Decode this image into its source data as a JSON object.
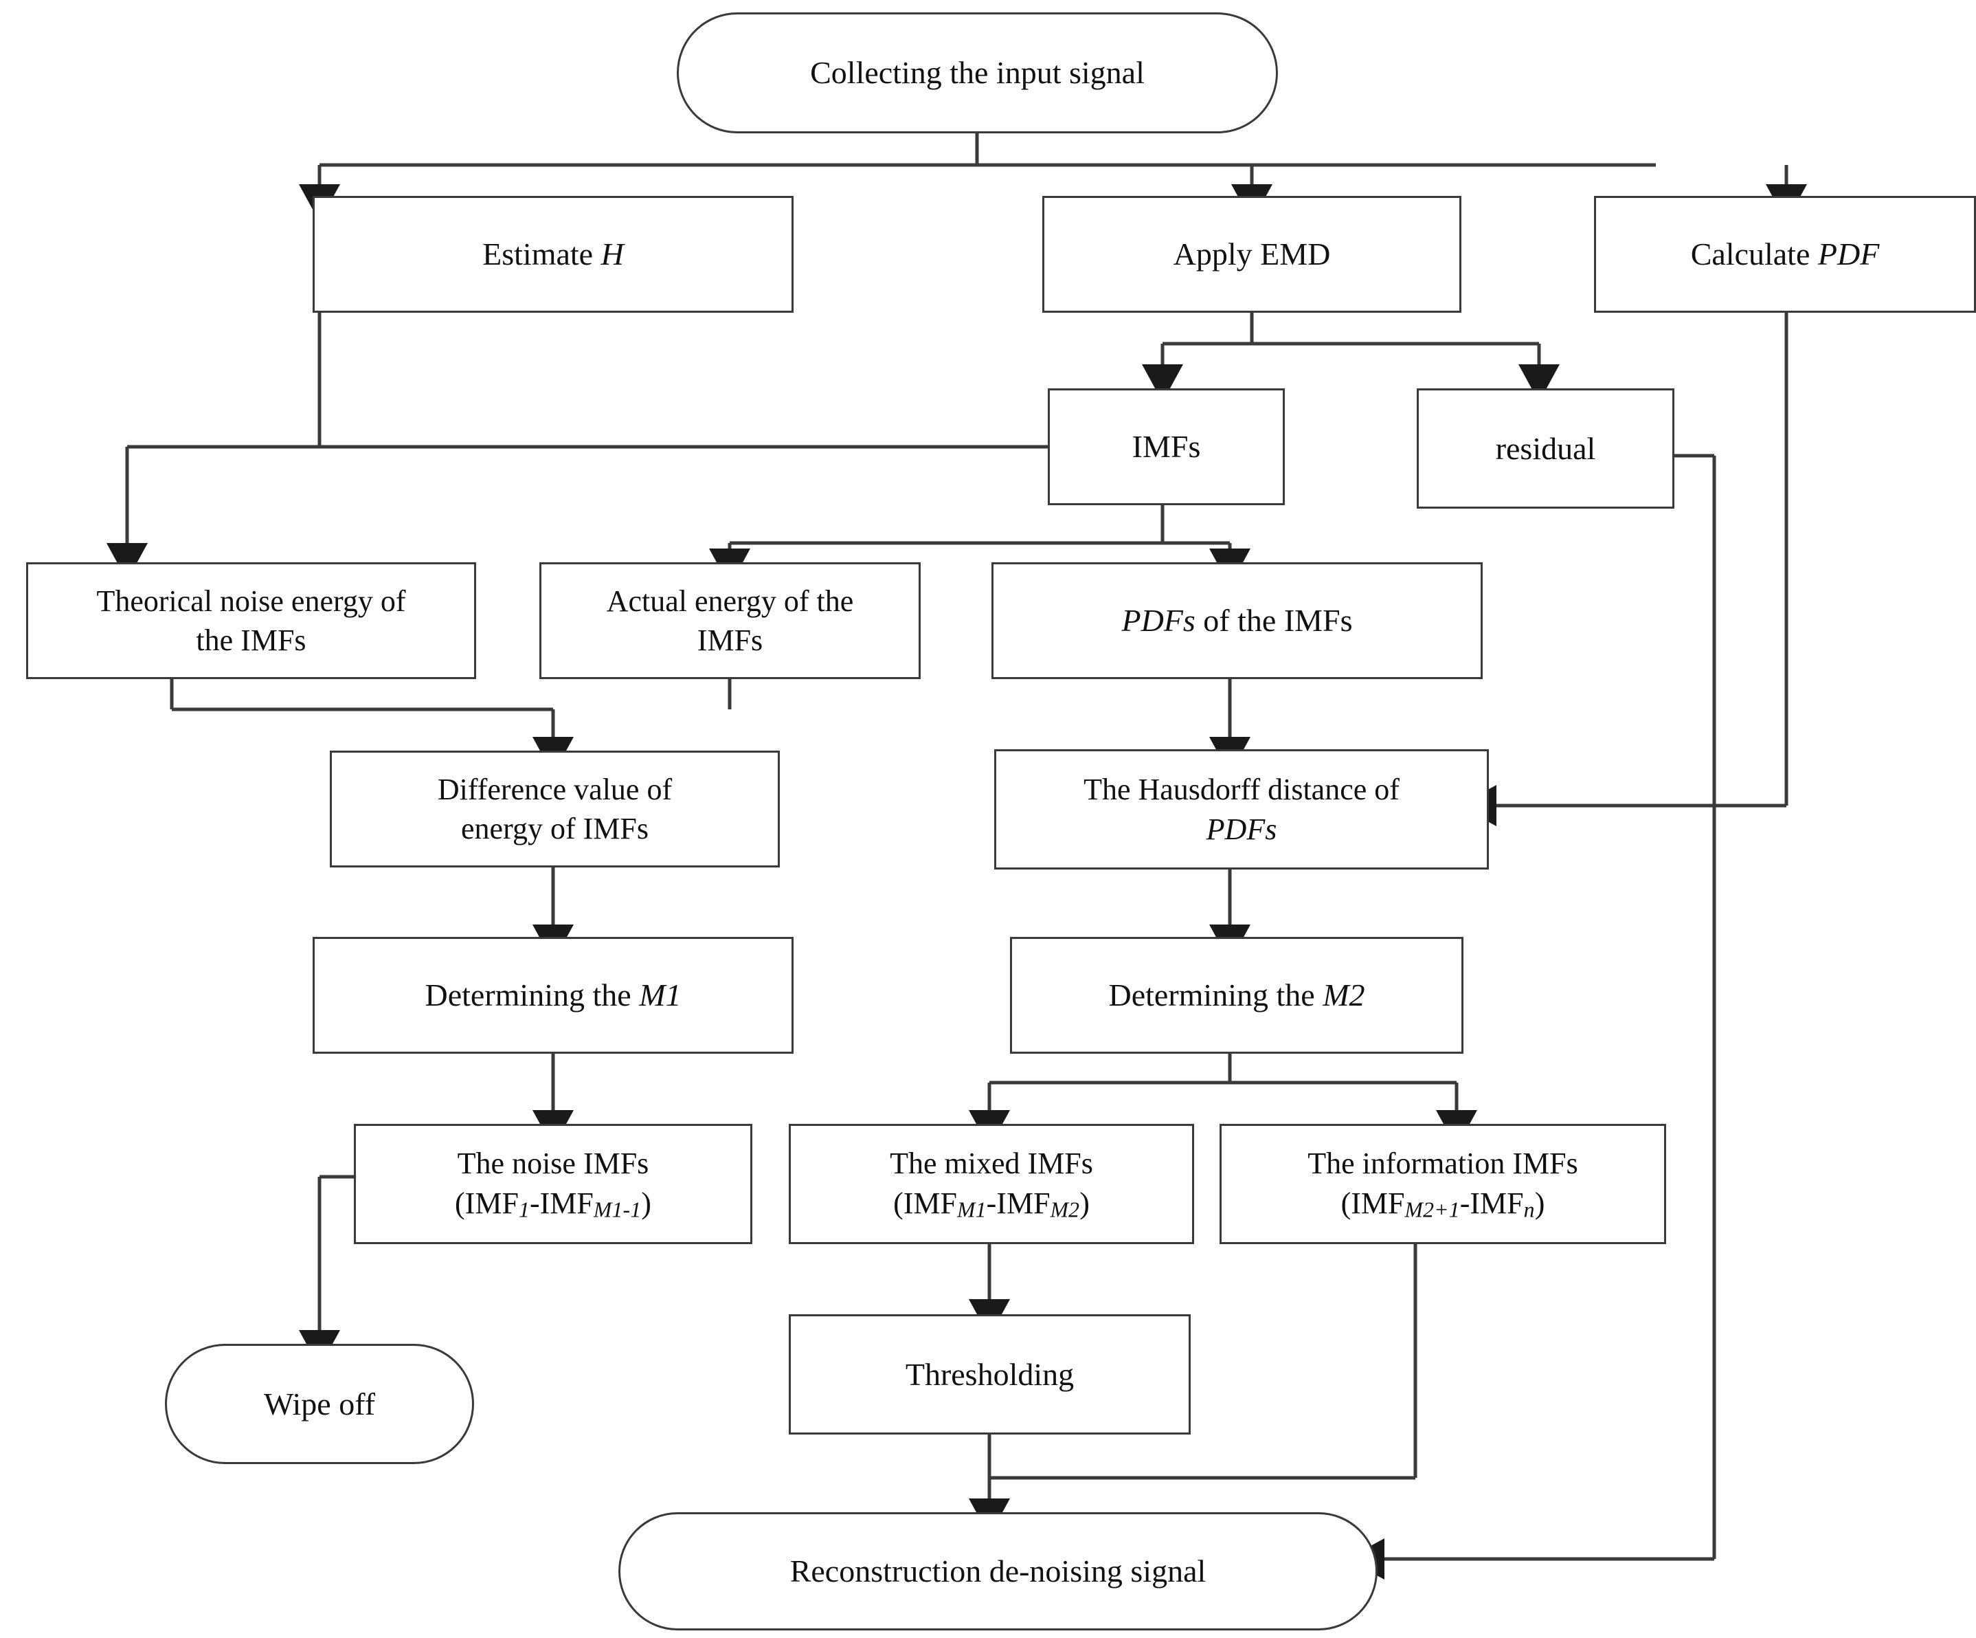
{
  "diagram": {
    "title": "EMD de-noising flowchart",
    "stroke_color": "#3a3a3a",
    "text_color": "#111111",
    "background": "#ffffff"
  },
  "nodes": {
    "collecting": {
      "label": "Collecting the input signal",
      "shape": "terminator"
    },
    "estimate_h": {
      "label_pre": "Estimate ",
      "label_italic": "H",
      "shape": "process"
    },
    "apply_emd": {
      "label": "Apply EMD",
      "shape": "process"
    },
    "calculate_pdf": {
      "label_pre": "Calculate ",
      "label_italic": "PDF",
      "shape": "process"
    },
    "imfs": {
      "label": "IMFs",
      "shape": "process"
    },
    "residual": {
      "label": "residual",
      "shape": "process"
    },
    "theorical": {
      "line1": "Theorical noise energy of",
      "line2": "the IMFs",
      "shape": "process"
    },
    "actual": {
      "line1": "Actual energy of the",
      "line2": "IMFs",
      "shape": "process"
    },
    "pdfs_imfs": {
      "label_italic": "PDFs",
      "label_post": " of the IMFs",
      "shape": "process"
    },
    "difference": {
      "line1": "Difference value of",
      "line2": "energy of IMFs",
      "shape": "process"
    },
    "hausdorff": {
      "line1": "The Hausdorff distance of",
      "line2_italic": "PDFs",
      "shape": "process"
    },
    "determine_m1": {
      "label_pre": "Determining the ",
      "label_italic": "M1",
      "shape": "process"
    },
    "determine_m2": {
      "label_pre": "Determining the ",
      "label_italic": "M2",
      "shape": "process"
    },
    "noise_imfs": {
      "line1": "The noise IMFs",
      "l2a": "(IMF",
      "l2a_sub": "1",
      "l2b": "-IMF",
      "l2b_sub": "M1-1",
      "l2c": ")",
      "shape": "process"
    },
    "mixed_imfs": {
      "line1": "The mixed IMFs",
      "l2a": "(IMF",
      "l2a_sub": "M1",
      "l2b": "-IMF",
      "l2b_sub": "M2",
      "l2c": ")",
      "shape": "process"
    },
    "info_imfs": {
      "line1": "The information IMFs",
      "l2a": "(IMF",
      "l2a_sub": "M2+1",
      "l2b": "-IMF",
      "l2b_sub": "n",
      "l2c": ")",
      "shape": "process"
    },
    "wipe_off": {
      "label": "Wipe off",
      "shape": "terminator"
    },
    "thresholding": {
      "label": "Thresholding",
      "shape": "process"
    },
    "reconstruction": {
      "label": "Reconstruction de-noising signal",
      "shape": "terminator"
    }
  },
  "edges": [
    {
      "from": "collecting",
      "to": "estimate_h"
    },
    {
      "from": "collecting",
      "to": "apply_emd"
    },
    {
      "from": "collecting",
      "to": "calculate_pdf"
    },
    {
      "from": "apply_emd",
      "to": "imfs"
    },
    {
      "from": "apply_emd",
      "to": "residual"
    },
    {
      "from": "estimate_h",
      "to": "theorical"
    },
    {
      "from": "imfs",
      "to": "theorical"
    },
    {
      "from": "imfs",
      "to": "actual"
    },
    {
      "from": "imfs",
      "to": "pdfs_imfs"
    },
    {
      "from": "theorical",
      "to": "difference"
    },
    {
      "from": "actual",
      "to": "difference"
    },
    {
      "from": "pdfs_imfs",
      "to": "hausdorff"
    },
    {
      "from": "calculate_pdf",
      "to": "hausdorff"
    },
    {
      "from": "difference",
      "to": "determine_m1"
    },
    {
      "from": "hausdorff",
      "to": "determine_m2"
    },
    {
      "from": "determine_m1",
      "to": "noise_imfs"
    },
    {
      "from": "determine_m2",
      "to": "mixed_imfs"
    },
    {
      "from": "determine_m2",
      "to": "info_imfs"
    },
    {
      "from": "noise_imfs",
      "to": "wipe_off"
    },
    {
      "from": "mixed_imfs",
      "to": "thresholding"
    },
    {
      "from": "thresholding",
      "to": "reconstruction"
    },
    {
      "from": "info_imfs",
      "to": "reconstruction"
    },
    {
      "from": "residual",
      "to": "reconstruction"
    }
  ]
}
